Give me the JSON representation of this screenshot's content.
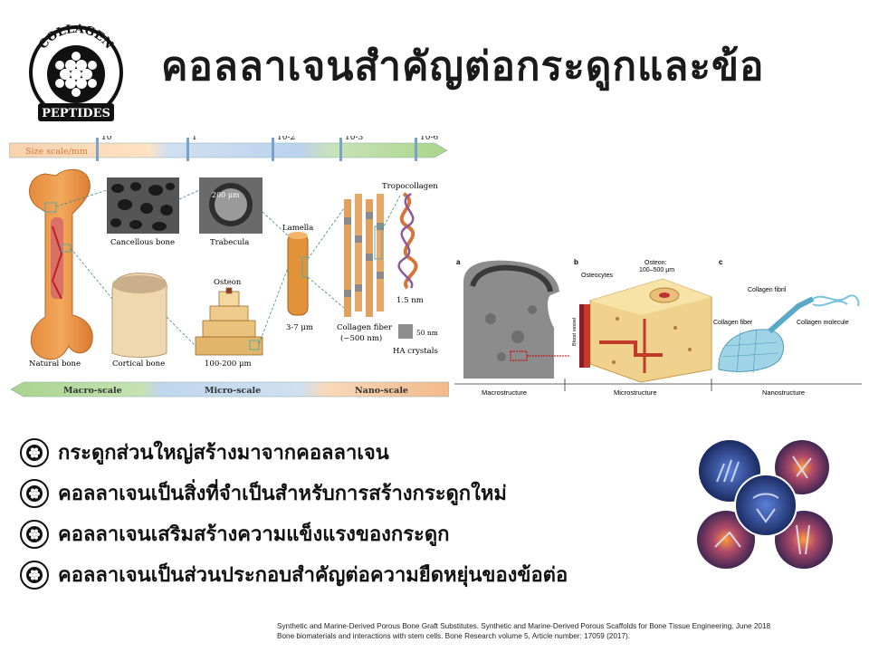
{
  "logo": {
    "top_text": "COLLAGEN",
    "bottom_text": "PEPTIDES"
  },
  "title": "คอลลาเจนสำคัญต่อกระดูกและข้อ",
  "figure_left": {
    "scale_label": "Size scale/mm",
    "scale_ticks": [
      "10",
      "1",
      "10-2",
      "10-3",
      "10-6"
    ],
    "labels": {
      "natural_bone": "Natural bone",
      "cancellous_bone": "Cancellous bone",
      "trabecula": "Trabecula",
      "trabecula_size": "200 μm",
      "cortical_bone": "Cortical bone",
      "osteon": "Osteon",
      "osteon_size": "100-200 μm",
      "lamella": "Lamella",
      "lamella_size": "3-7 μm",
      "tropocollagen": "Tropocollagen",
      "tropo_size": "1.5 nm",
      "collagen_fiber": "Collagen fiber",
      "fiber_size": "(~500 nm)",
      "ha_crystals": "HA crystals",
      "ha_size": "50 nm"
    },
    "bottom_scales": [
      "Macro-scale",
      "Micro-scale",
      "Nano-scale"
    ]
  },
  "figure_right": {
    "panel_letters": [
      "a",
      "b",
      "c"
    ],
    "osteocytes": "Osteocytes",
    "osteon": "Osteon:",
    "osteon_size": "100–500 μm",
    "blood_vessel": "Blood vessel",
    "collagen_fibril": "Collagen fibril",
    "collagen_fiber": "Collagen fiber",
    "collagen_molecule": "Collagen molecule",
    "captions": [
      "Macrostructure",
      "Microstructure",
      "Nanostructure"
    ]
  },
  "bullets": [
    "กระดูกส่วนใหญ่สร้างมาจากคอลลาเจน",
    "คอลลาเจนเป็นสิ่งที่จำเป็นสำหรับการสร้างกระดูกใหม่",
    "คอลลาเจนเสริมสร้างความแข็งแรงของกระดูก",
    "คอลลาเจนเป็นส่วนประกอบสำคัญต่อความยืดหยุ่นของข้อต่อ"
  ],
  "references": [
    "Synthetic and Marine-Derived Porous Bone Graft Substitutes. Synthetic and Marine-Derived Porous Scaffolds for Bone Tissue Engineering. June 2018",
    "Bone biomaterials and interactions with stem cells. Bone Research volume 5, Article number: 17059 (2017)."
  ]
}
